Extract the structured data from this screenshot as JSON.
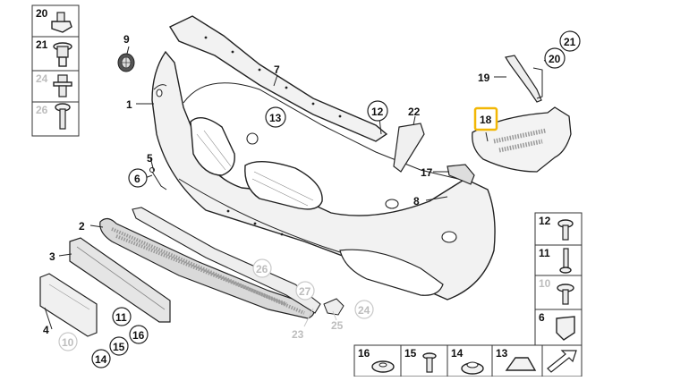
{
  "callouts": [
    {
      "id": "c1",
      "label": "1"
    },
    {
      "id": "c2",
      "label": "2"
    },
    {
      "id": "c3",
      "label": "3"
    },
    {
      "id": "c4",
      "label": "4"
    },
    {
      "id": "c5",
      "label": "5"
    },
    {
      "id": "c6",
      "label": "6"
    },
    {
      "id": "c7",
      "label": "7"
    },
    {
      "id": "c8",
      "label": "8"
    },
    {
      "id": "c9",
      "label": "9"
    },
    {
      "id": "c10",
      "label": "10"
    },
    {
      "id": "c11",
      "label": "11"
    },
    {
      "id": "c12",
      "label": "12"
    },
    {
      "id": "c13",
      "label": "13"
    },
    {
      "id": "c14",
      "label": "14"
    },
    {
      "id": "c15",
      "label": "15"
    },
    {
      "id": "c16",
      "label": "16"
    },
    {
      "id": "c17",
      "label": "17"
    },
    {
      "id": "c18",
      "label": "18"
    },
    {
      "id": "c19",
      "label": "19"
    },
    {
      "id": "c20",
      "label": "20"
    },
    {
      "id": "c21",
      "label": "21"
    },
    {
      "id": "c22",
      "label": "22"
    },
    {
      "id": "c23",
      "label": "23"
    },
    {
      "id": "c24",
      "label": "24"
    },
    {
      "id": "c25",
      "label": "25"
    },
    {
      "id": "c26",
      "label": "26"
    },
    {
      "id": "c27",
      "label": "27"
    }
  ],
  "left_column": [
    "20",
    "21",
    "24",
    "26"
  ],
  "right_column": [
    "12",
    "11",
    "10",
    "6"
  ],
  "bottom_row": [
    "16",
    "15",
    "14",
    "13"
  ],
  "highlight": {
    "label": "18",
    "color": "#f2b705"
  },
  "colors": {
    "outline": "#222222",
    "faded": "#bdbdbd",
    "highlight": "#f2b705"
  }
}
